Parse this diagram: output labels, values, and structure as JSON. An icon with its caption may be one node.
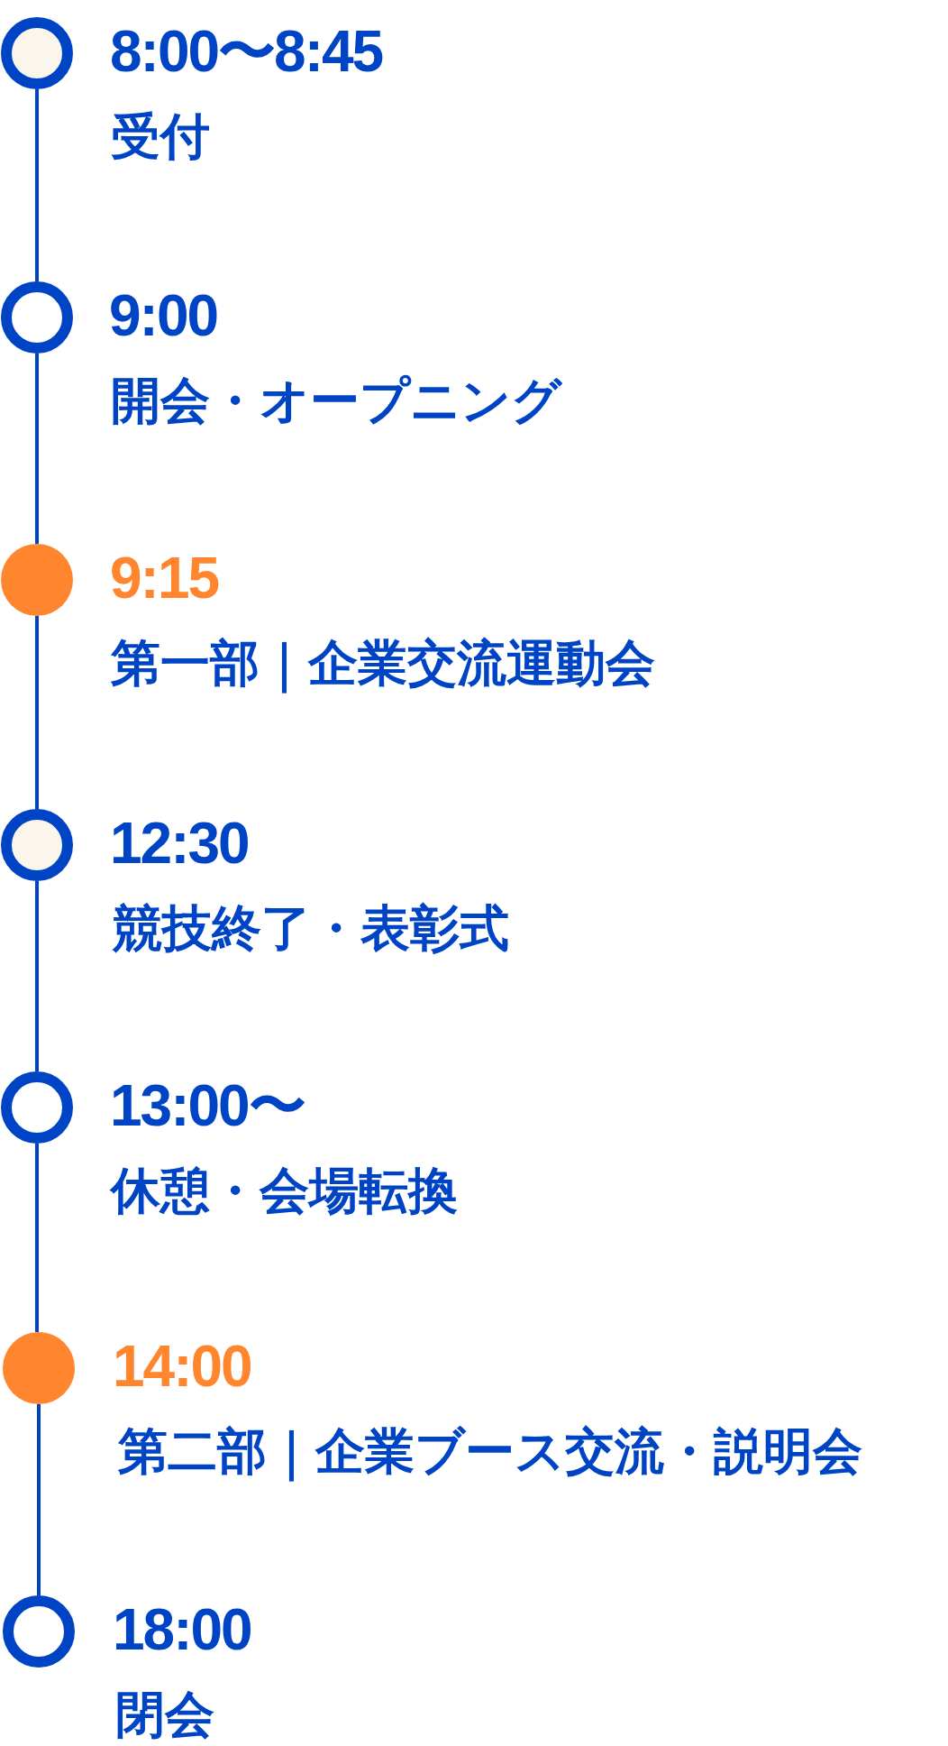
{
  "diagram": {
    "nodes": [
      {
        "text": [],
        "shape": "circle",
        "beside": [
          "8:00〜8:45",
          "受付"
        ]
      },
      {
        "text": [],
        "shape": "circle",
        "beside": [
          "9:00",
          "開会・オープニング"
        ]
      },
      {
        "text": [],
        "shape": "circle",
        "beside": [
          "9:15",
          "第一部｜企業交流運動会"
        ]
      },
      {
        "text": [],
        "shape": "circle",
        "beside": [
          "12:30",
          "競技終了・表彰式"
        ]
      },
      {
        "text": [],
        "shape": "circle",
        "beside": [
          "13:00〜",
          "休憩・会場転換"
        ]
      },
      {
        "text": [],
        "shape": "circle",
        "beside": [
          "14:00",
          "第二部｜企業ブース交流・説明会"
        ]
      },
      {
        "text": [],
        "shape": "circle",
        "beside": [
          "18:00",
          "閉会"
        ]
      }
    ],
    "edges": [
      {
        "from": 0,
        "to": 1,
        "arrow": "none"
      },
      {
        "from": 1,
        "to": 2,
        "arrow": "none"
      },
      {
        "from": 2,
        "to": 3,
        "arrow": "none"
      },
      {
        "from": 3,
        "to": 4,
        "arrow": "none"
      },
      {
        "from": 4,
        "to": 5,
        "arrow": "none"
      },
      {
        "from": 5,
        "to": 6,
        "arrow": "none"
      }
    ]
  }
}
